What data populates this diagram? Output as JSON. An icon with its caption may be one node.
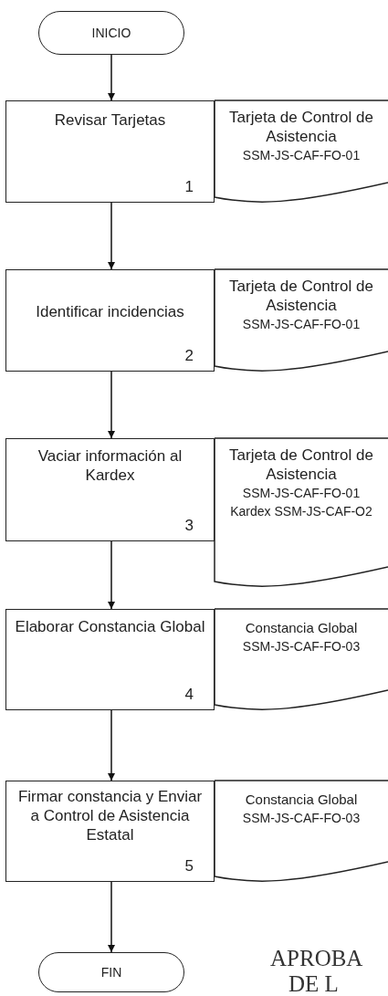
{
  "diagram": {
    "nodes": [
      {
        "text": [
          "INICIO"
        ]
      },
      {
        "text": [
          "Revisar Tarjetas",
          "1"
        ]
      },
      {
        "text": [
          "Tarjeta de Control de Asistencia",
          "SSM-JS-CAF-FO-01"
        ]
      },
      {
        "text": [
          "Identificar incidencias",
          "2"
        ]
      },
      {
        "text": [
          "Tarjeta de Control de Asistencia",
          "SSM-JS-CAF-FO-01"
        ]
      },
      {
        "text": [
          "Vaciar información al Kardex",
          "3"
        ]
      },
      {
        "text": [
          "Tarjeta de Control de Asistencia",
          "SSM-JS-CAF-FO-01",
          "Kardex SSM-JS-CAF-O2"
        ]
      },
      {
        "text": [
          "Elaborar Constancia Global",
          "4"
        ]
      },
      {
        "text": [
          "Constancia Global",
          "SSM-JS-CAF-FO-03"
        ]
      },
      {
        "text": [
          "Firmar constancia y Enviar a Control de Asistencia Estatal",
          "5"
        ]
      },
      {
        "text": [
          "Constancia Global",
          "SSM-JS-CAF-FO-03"
        ]
      },
      {
        "text": [
          "FIN"
        ]
      }
    ],
    "edges": [
      {
        "from": 0,
        "to": 1,
        "arrow": "to"
      },
      {
        "from": 1,
        "to": 3,
        "arrow": "to"
      },
      {
        "from": 3,
        "to": 5,
        "arrow": "to"
      },
      {
        "from": 5,
        "to": 7,
        "arrow": "to"
      },
      {
        "from": 7,
        "to": 9,
        "arrow": "to"
      },
      {
        "from": 9,
        "to": 11,
        "arrow": "to"
      }
    ],
    "labels": [
      "APROBA",
      "DE L"
    ]
  }
}
